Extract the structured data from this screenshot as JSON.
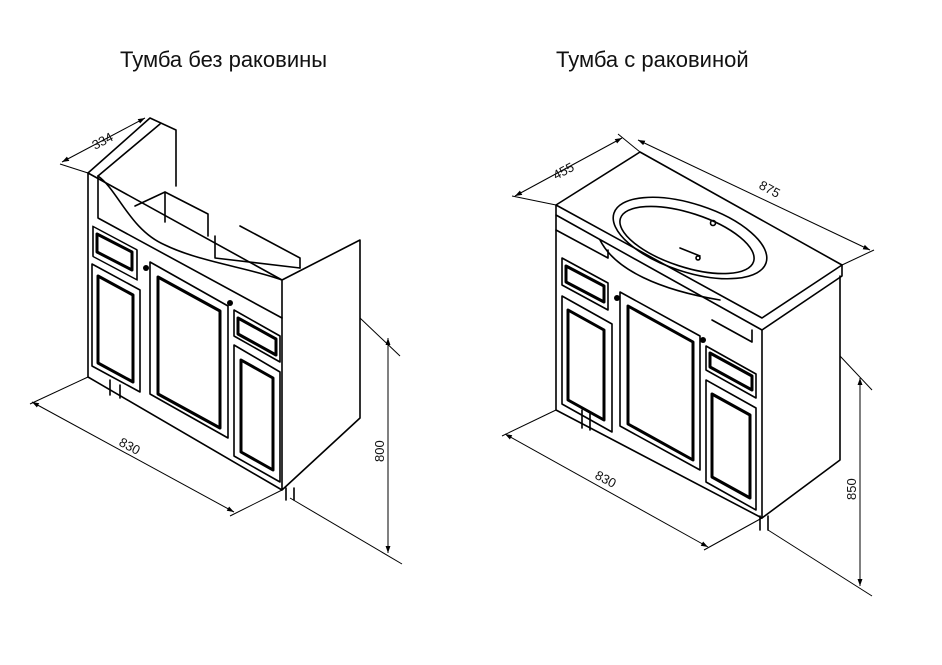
{
  "titles": {
    "left": "Тумба без раковины",
    "right": "Тумба с раковиной"
  },
  "dimensions": {
    "left_depth": "334",
    "left_width": "830",
    "left_height": "800",
    "right_depth": "455",
    "right_width": "875",
    "right_front_width": "830",
    "right_height": "850"
  }
}
